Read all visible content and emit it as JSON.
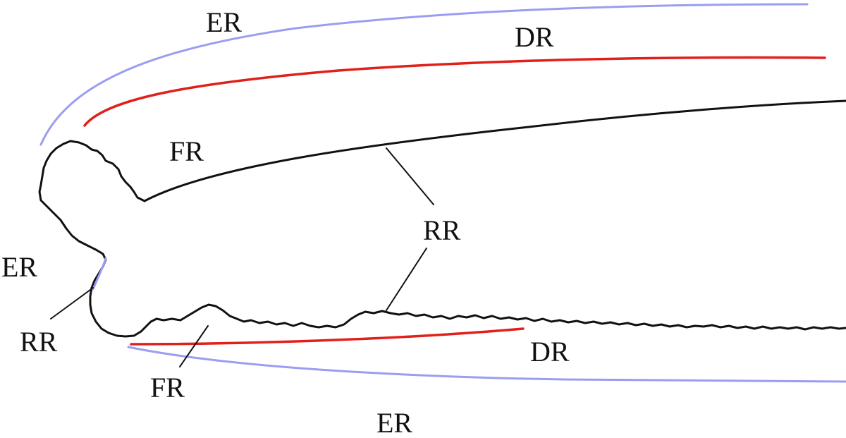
{
  "colors": {
    "er_curve": "#9a9ef0",
    "dr_curve": "#e0201a",
    "rr_curve": "#111111",
    "leader": "#111111"
  },
  "labels": {
    "er_top": "ER",
    "dr_top": "DR",
    "fr_top": "FR",
    "rr_center": "RR",
    "er_left": "ER",
    "rr_left": "RR",
    "fr_bottom": "FR",
    "dr_bottom": "DR",
    "er_bottom": "ER"
  }
}
